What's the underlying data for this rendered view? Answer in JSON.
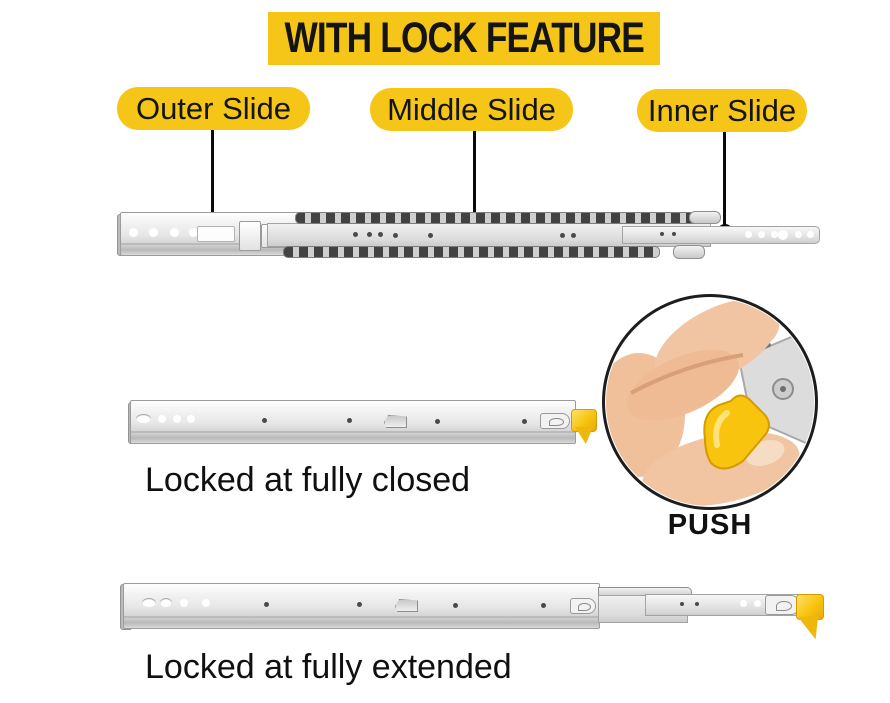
{
  "title": {
    "text": "WITH LOCK FEATURE"
  },
  "callouts": {
    "outer": "Outer Slide",
    "middle": "Middle Slide",
    "inner": "Inner Slide"
  },
  "captions": {
    "closed": "Locked at fully closed",
    "extended": "Locked at fully extended",
    "push": "PUSH"
  },
  "icons": {
    "hand_push": "hand-pressing-yellow-lock-lever",
    "pointer_dot": "callout-anchor-dot"
  },
  "colors": {
    "accent_yellow": "#F5C617",
    "lock_yellow": "#F8C40E",
    "text_black": "#111111",
    "metal_light": "#F2F2F2",
    "metal_border": "#9C9C9C",
    "skin_tone": "#F2C5A2"
  }
}
